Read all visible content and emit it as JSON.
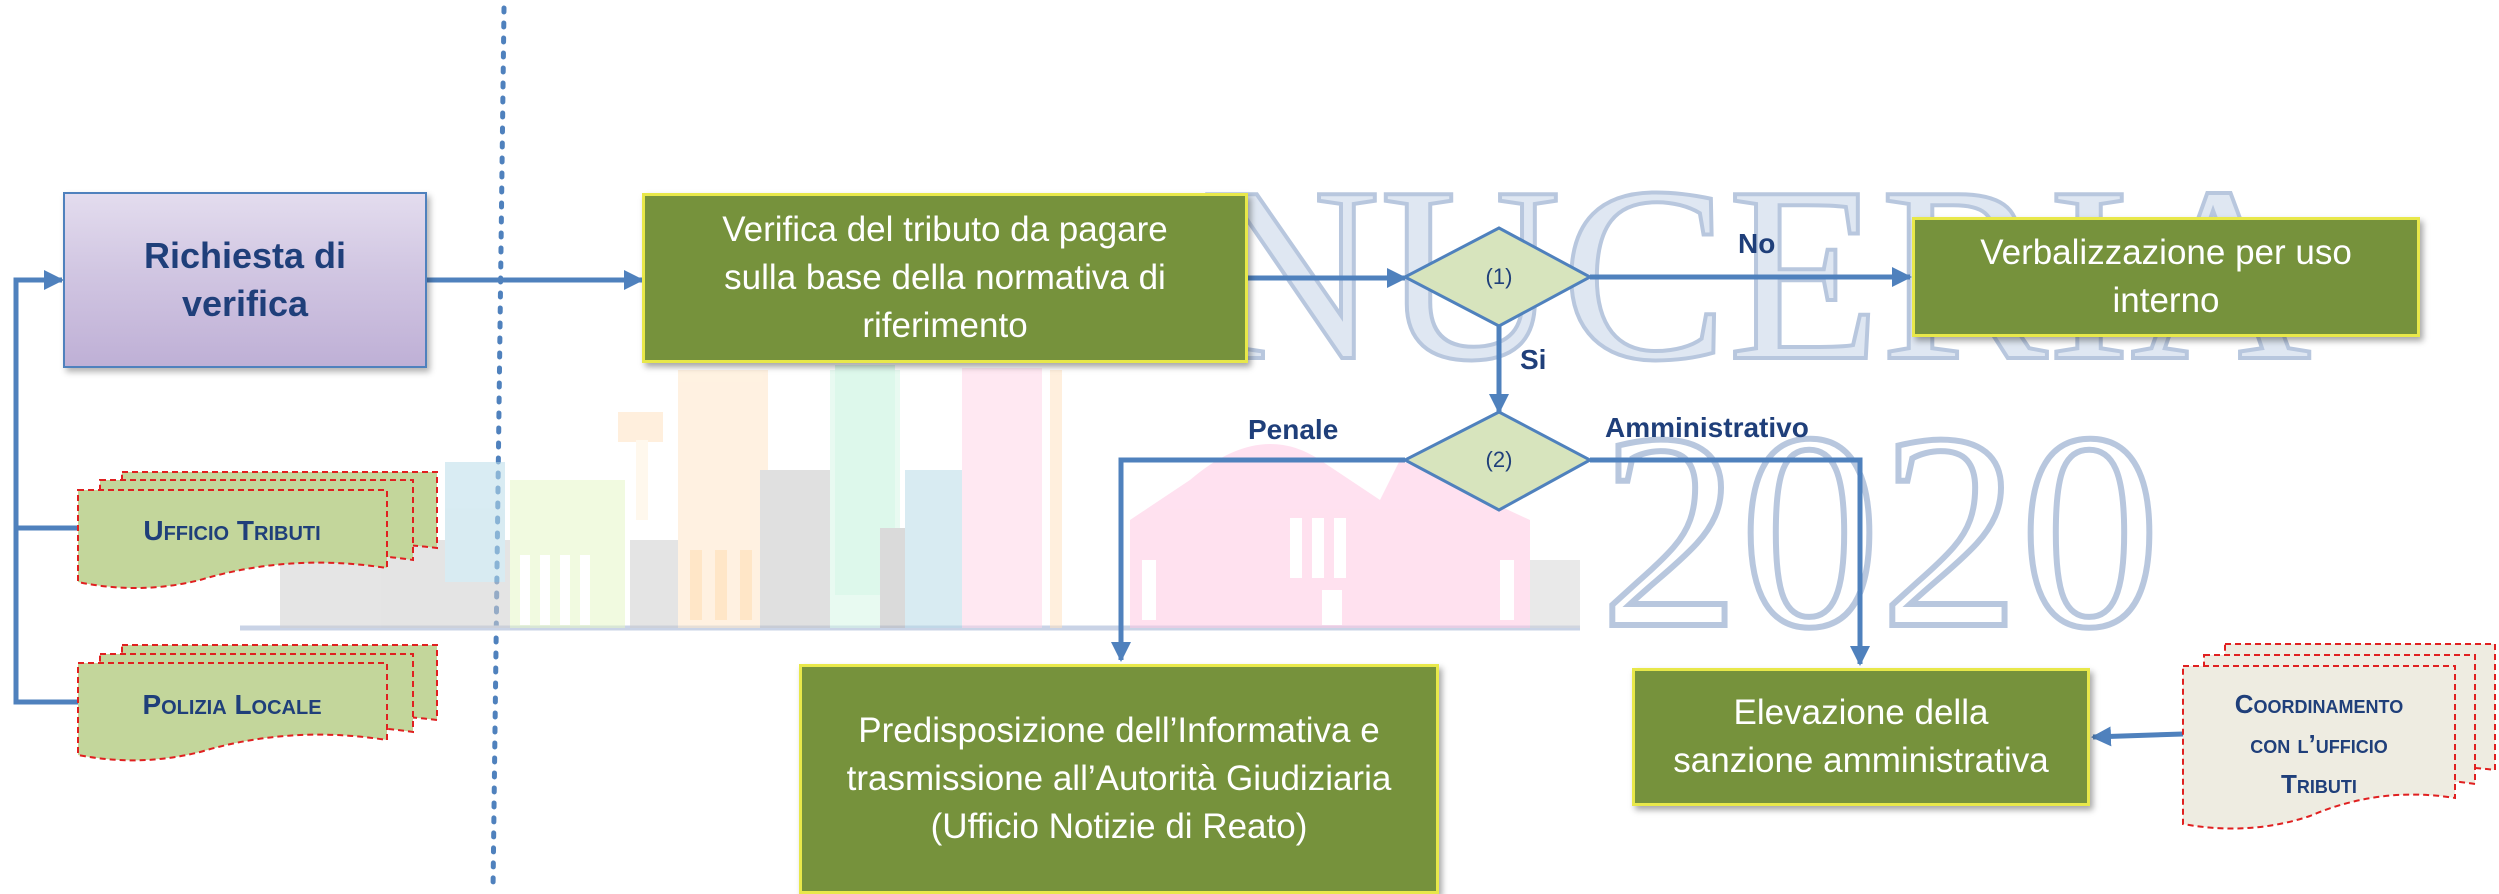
{
  "watermark": {
    "line1": "NUCERIA",
    "line2": "2020"
  },
  "nodes": {
    "start": {
      "label": "Richiesta di verifica"
    },
    "verify": {
      "lines": [
        "Verifica del tributo da pagare",
        "sulla base della normativa di",
        "riferimento"
      ]
    },
    "internal": {
      "lines": [
        "Verbalizzazione per uso",
        "interno"
      ]
    },
    "decision1": {
      "label": "(1)"
    },
    "decision2": {
      "label": "(2)"
    },
    "penal": {
      "lines": [
        "Predisposizione dell’Informativa e",
        "trasmissione all’Autorità Giudiziaria",
        "(Ufficio Notizie di Reato)"
      ]
    },
    "admin": {
      "lines": [
        "Elevazione della",
        "sanzione amministrativa"
      ]
    }
  },
  "documents": {
    "tax_office": {
      "label": "Ufficio Tributi"
    },
    "local_police": {
      "label": "Polizia Locale"
    },
    "coordination": {
      "lines": [
        "Coordinamento",
        "con l’ufficio",
        "Tributi"
      ]
    }
  },
  "edge_labels": {
    "no": "No",
    "si": "Si",
    "penale": "Penale",
    "amministrativo": "Amministrativo"
  },
  "colors": {
    "process_green": "#76923c",
    "process_border": "#e8e84a",
    "arrow_blue": "#4f81bd",
    "text_navy": "#1f3f7a",
    "diamond_fill": "#d7e4bd",
    "doc_green": "#c3d69b",
    "doc_beige": "#eeece1",
    "doc_border": "#e02020"
  }
}
